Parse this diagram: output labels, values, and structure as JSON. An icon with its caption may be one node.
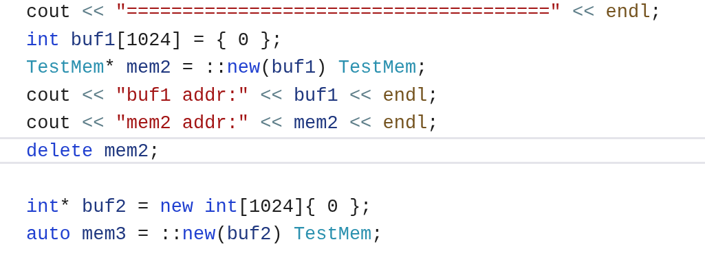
{
  "diagram": {
    "labels": [
      "cout << \"======================================\" << endl;",
      "int buf1[1024] = { 0 };",
      "TestMem* mem2 = ::new(buf1) TestMem;",
      "cout << \"buf1 addr:\" << buf1 << endl;",
      "cout << \"mem2 addr:\" << mem2 << endl;",
      "delete mem2;",
      "int* buf2 = new int[1024]{ 0 };",
      "auto mem3 = ::new(buf2) TestMem;"
    ]
  }
}
